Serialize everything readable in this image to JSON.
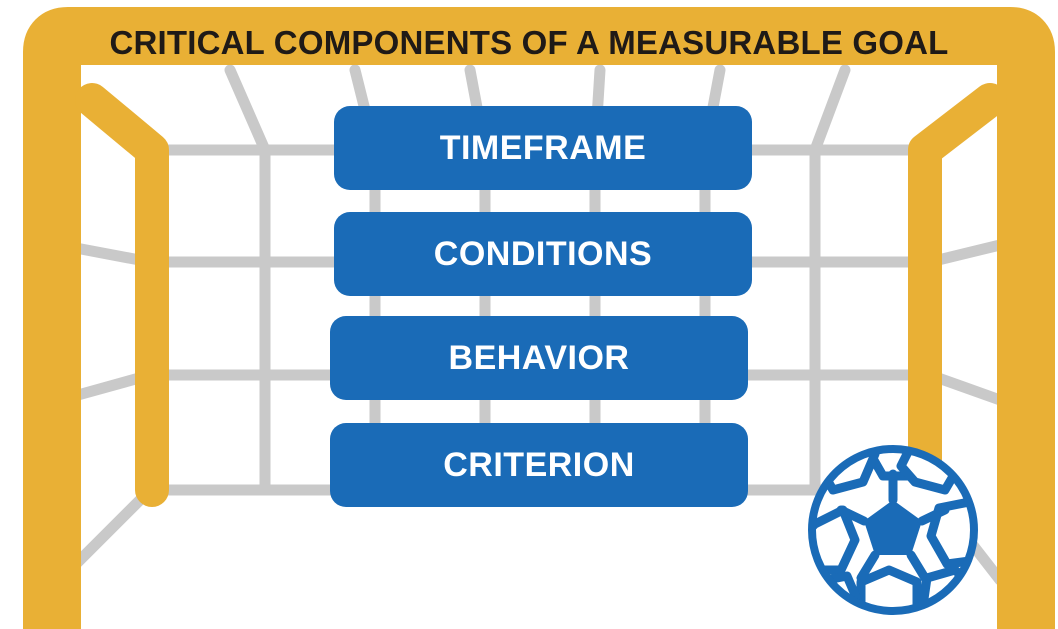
{
  "title": "CRITICAL COMPONENTS OF A MEASURABLE GOAL",
  "components": [
    {
      "label": "TIMEFRAME"
    },
    {
      "label": "CONDITIONS"
    },
    {
      "label": "BEHAVIOR"
    },
    {
      "label": "CRITERION"
    }
  ],
  "colors": {
    "goal_frame": "#e9b035",
    "net": "#c9c9c9",
    "pill": "#1a6bb7",
    "ball": "#1a6bb7"
  },
  "icons": {
    "goal": "goal-post-icon",
    "net": "net-icon",
    "ball": "soccer-ball-icon"
  }
}
